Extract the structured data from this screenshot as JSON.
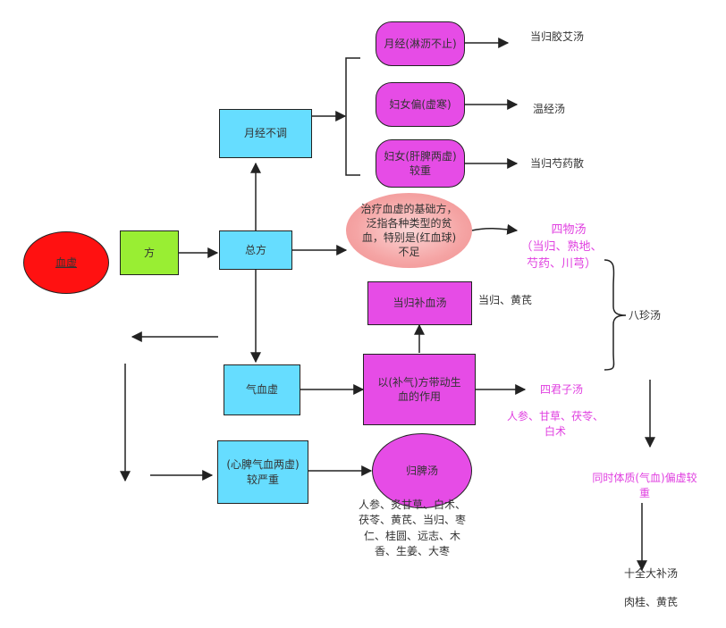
{
  "nodes": {
    "xuexu": "血虚",
    "fang": "方",
    "zongfang": "总方",
    "yuejing_butiao": "月经不调",
    "qixuexu": "气血虚",
    "xinpi": "(心脾气血两虚)较严重",
    "yuejing_linli": "月经(淋沥不止)",
    "funv_xuhan": "妇女偏(虚寒)",
    "funv_ganpi": "妇女(肝脾两虚)较重",
    "jichufang": "治疗血虚的基础方，泛指各种类型的贫血，特别是(红血球)不足",
    "danggui_buxue": "当归补血汤",
    "buqi": "以(补气)方带动生血的作用",
    "guipitang": "归脾汤"
  },
  "labels": {
    "danggui_jiaoai": "当归胶艾汤",
    "wenjing": "温经汤",
    "danggui_shaoyao": "当归芍药散",
    "siwutang": "四物汤",
    "siwu_ingredients": "（当归、熟地、芍药、川芎）",
    "danggui_huangqi": "当归、黄芪",
    "bazhen": "八珍汤",
    "sijunzi": "四君子汤",
    "sijunzi_ingredients": "人参、甘草、茯苓、白术",
    "guipi_ingredients": "人参、炙甘草、白术、茯苓、黄芪、当归、枣仁、桂圆、远志、木香、生姜、大枣",
    "tongshi": "同时体质(气血)偏虚较重",
    "shiquan": "十全大补汤",
    "shiquan_ingredients": "肉桂、黄芪"
  },
  "colors": {
    "red": "#ff1111",
    "green": "#99ee33",
    "blue": "#66ddff",
    "magenta": "#e64ce6",
    "pink_text": "#e040e0"
  }
}
